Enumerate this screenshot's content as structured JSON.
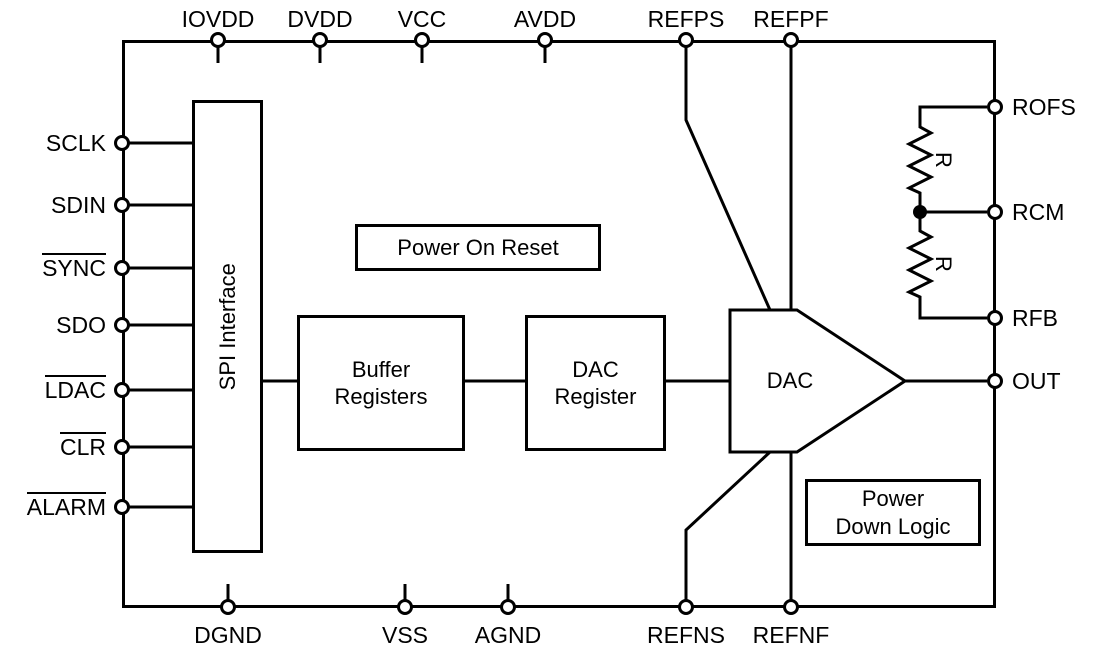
{
  "pins": {
    "top": [
      "IOVDD",
      "DVDD",
      "VCC",
      "AVDD",
      "REFPS",
      "REFPF"
    ],
    "bottom": [
      "DGND",
      "VSS",
      "AGND",
      "REFNS",
      "REFNF"
    ],
    "left": [
      {
        "label": "SCLK",
        "active_low": false
      },
      {
        "label": "SDIN",
        "active_low": false
      },
      {
        "label": "SYNC",
        "active_low": true
      },
      {
        "label": "SDO",
        "active_low": false
      },
      {
        "label": "LDAC",
        "active_low": true
      },
      {
        "label": "CLR",
        "active_low": true
      },
      {
        "label": "ALARM",
        "active_low": true
      }
    ],
    "right": [
      "ROFS",
      "RCM",
      "RFB",
      "OUT"
    ]
  },
  "blocks": {
    "spi": "SPI Interface",
    "por": "Power On Reset",
    "buffer": {
      "line1": "Buffer",
      "line2": "Registers"
    },
    "dac_register": {
      "line1": "DAC",
      "line2": "Register"
    },
    "dac": "DAC",
    "power_down": {
      "line1": "Power",
      "line2": "Down Logic"
    }
  },
  "resistors": [
    "R",
    "R"
  ],
  "colors": {
    "line": "#000000",
    "background": "#ffffff"
  }
}
